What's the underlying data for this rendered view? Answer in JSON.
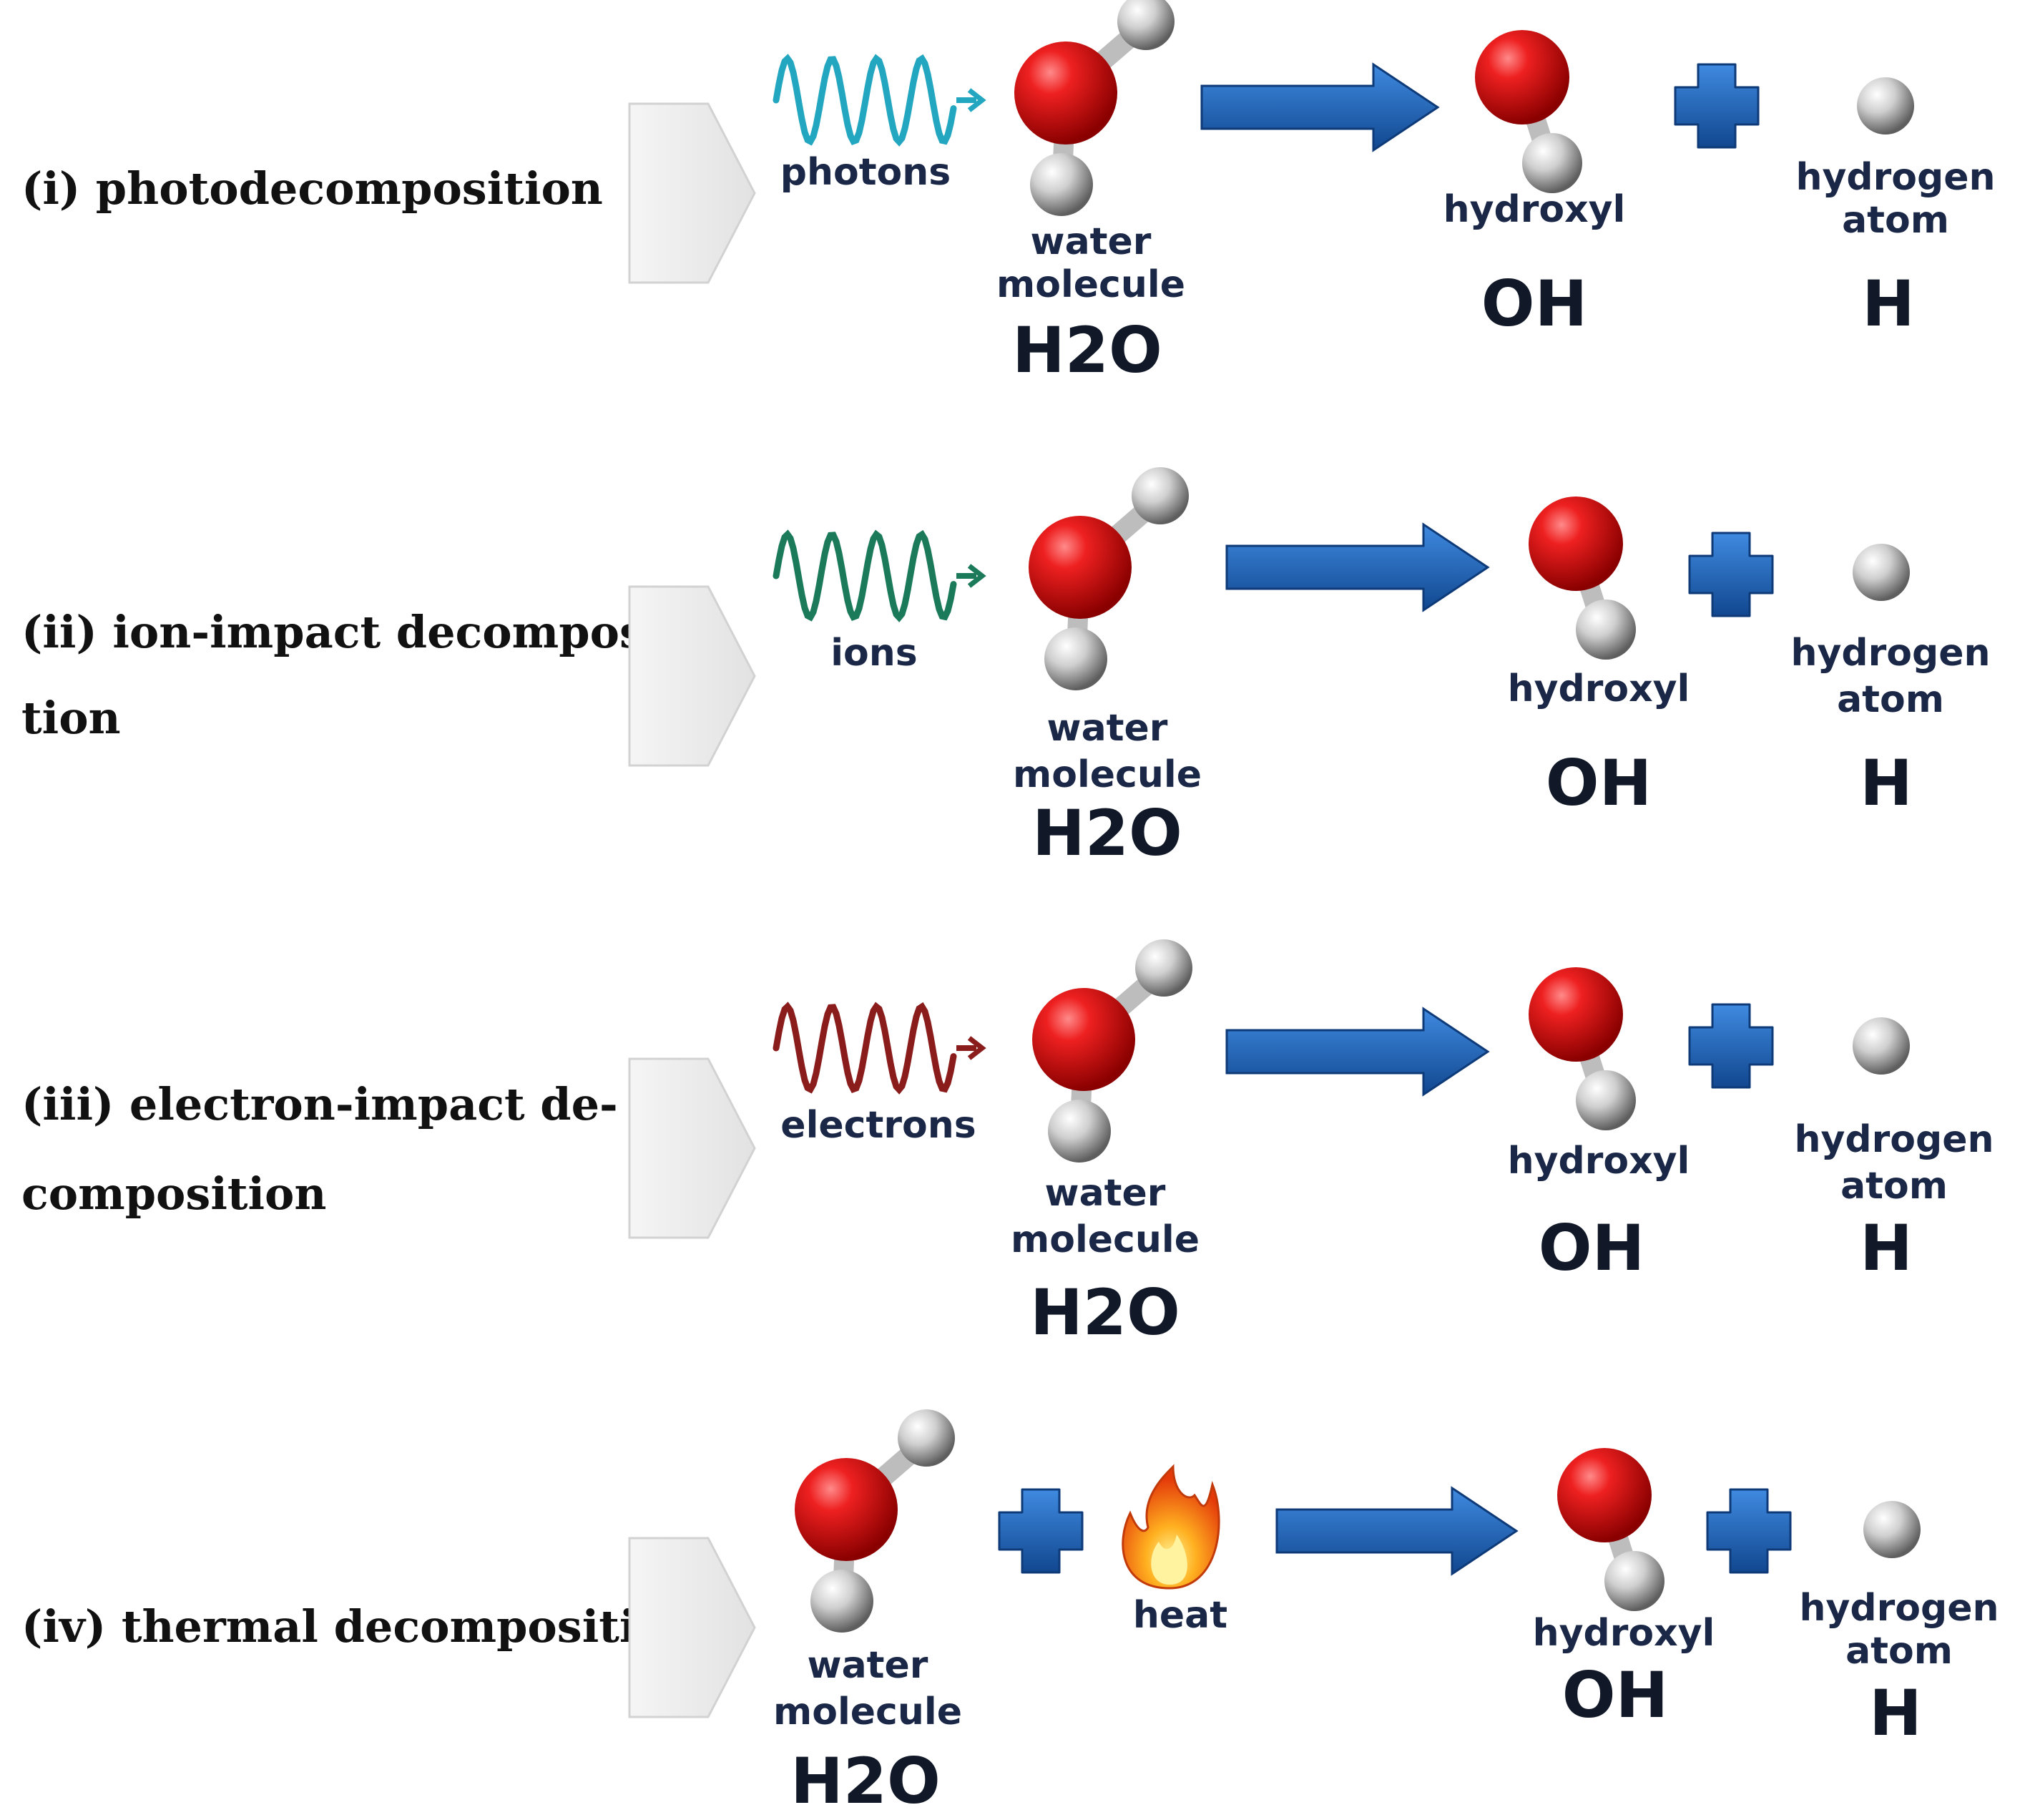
{
  "colors": {
    "oxygen": "#e01010",
    "hydrogen": "#d9d9d9",
    "arrow": "#1e66c0",
    "plus": "#1e66c0",
    "photons_wave": "#23a6bf",
    "ions_wave": "#1b7a5a",
    "electrons_wave": "#8a1c1c",
    "label_text": "#1a2747"
  },
  "labels": {
    "water_line1": "water",
    "water_line2": "molecule",
    "water_formula": "H2O",
    "hydroxyl": "hydroxyl",
    "hydroxyl_formula": "OH",
    "hydrogen_line1": "hydrogen",
    "hydrogen_line2": "atom",
    "hydrogen_formula": "H"
  },
  "rows": [
    {
      "title_lines": [
        "(i) photodecomposition"
      ],
      "agent": "photons",
      "agent_icon": "wave-icon",
      "wave_color": "#23a6bf"
    },
    {
      "title_lines": [
        "(ii) ion-impact decomposi-",
        "tion"
      ],
      "agent": "ions",
      "agent_icon": "wave-icon",
      "wave_color": "#1b7a5a"
    },
    {
      "title_lines": [
        "(iii) electron-impact de-",
        "composition"
      ],
      "agent": "electrons",
      "agent_icon": "wave-icon",
      "wave_color": "#8a1c1c"
    },
    {
      "title_lines": [
        "(iv) thermal decomposition"
      ],
      "agent": "heat",
      "agent_icon": "flame-icon"
    }
  ]
}
